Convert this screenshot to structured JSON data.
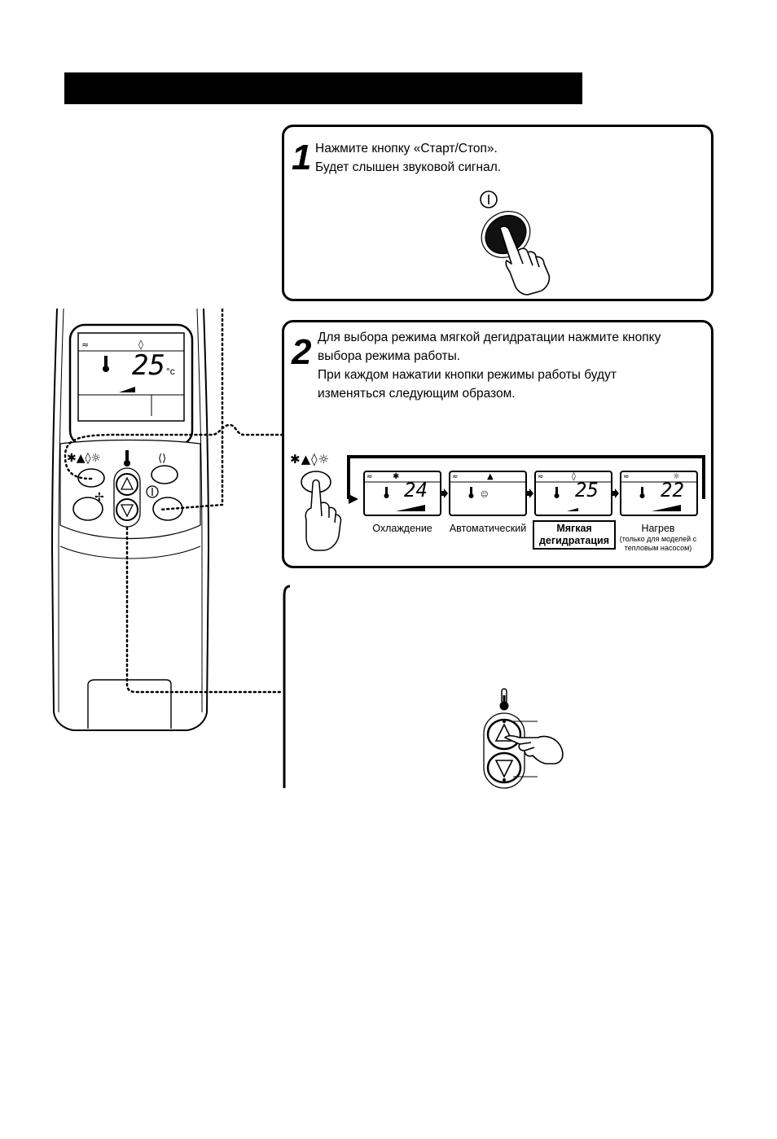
{
  "header": {
    "title": ""
  },
  "step1": {
    "number": "1",
    "lines": [
      "Нажмите кнопку «Старт/Стоп».",
      "Будет слышен звуковой сигнал."
    ]
  },
  "step2": {
    "number": "2",
    "lines": [
      "Для выбора режима мягкой дегидратации нажмите кнопку",
      "выбора режима работы.",
      "При каждом нажатии кнопки режимы работы будут",
      "изменяться следующим образом."
    ],
    "modes": [
      {
        "label": "Охлаждение",
        "temp": "24",
        "icon": "snowflake-icon"
      },
      {
        "label": "Автоматический",
        "temp": "",
        "icon": "auto-icon"
      },
      {
        "label_line1": "Мягкая",
        "label_line2": "дегидратация",
        "temp": "25",
        "icon": "drop-icon"
      },
      {
        "label": "Нагрев",
        "note_line1": "(только для моделей с",
        "note_line2": "тепловым насосом)",
        "temp": "22",
        "icon": "sun-icon"
      }
    ],
    "mode_symbols": "✱▲◊☼"
  },
  "remote": {
    "display_temp": "25",
    "unit": "°c"
  },
  "colors": {
    "ink": "#000000",
    "paper": "#ffffff"
  }
}
